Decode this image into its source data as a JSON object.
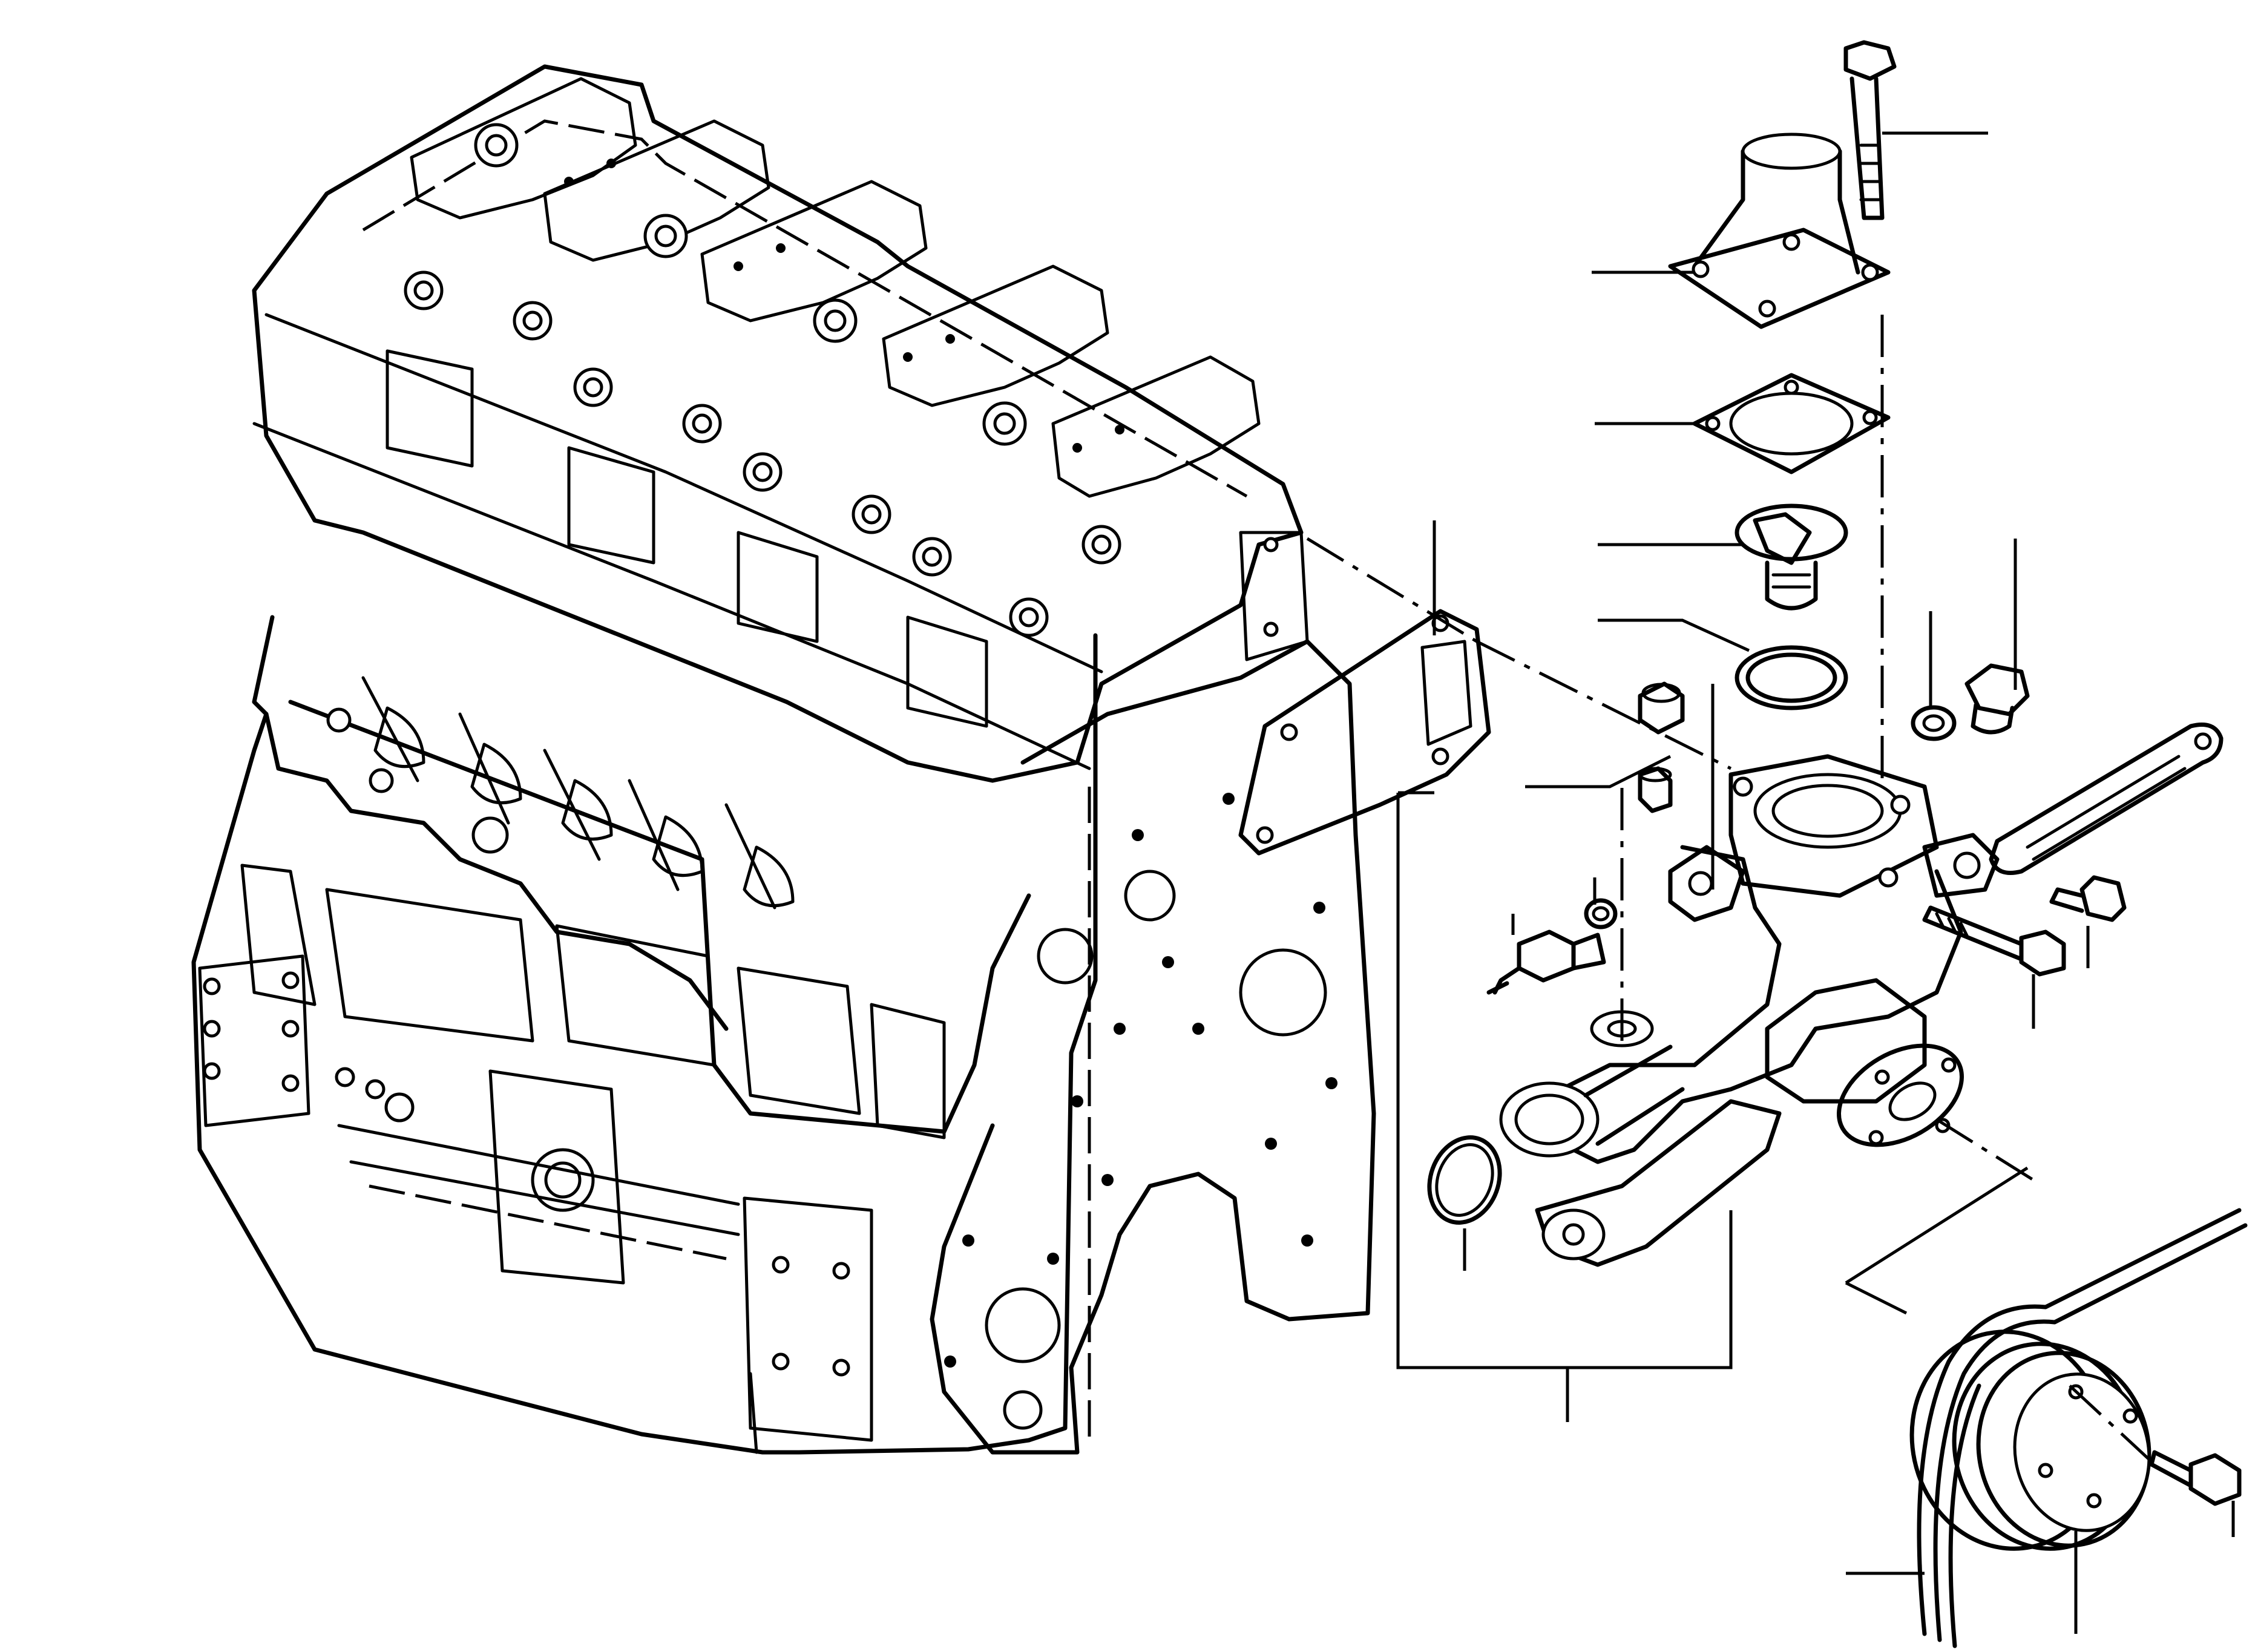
{
  "diagram": {
    "type": "exploded-parts-view",
    "parts": [
      {
        "id": "engine-block"
      },
      {
        "id": "cylinder-head"
      },
      {
        "id": "front-plate-gasket"
      },
      {
        "id": "thermostat-cover-bolt"
      },
      {
        "id": "thermostat-cover"
      },
      {
        "id": "thermostat-cover-gasket"
      },
      {
        "id": "thermostat"
      },
      {
        "id": "thermostat-seal-ring"
      },
      {
        "id": "water-pump-housing"
      },
      {
        "id": "drain-plug"
      },
      {
        "id": "drain-plug-washer"
      },
      {
        "id": "rubber-cap"
      },
      {
        "id": "small-cap"
      },
      {
        "id": "temperature-sender"
      },
      {
        "id": "sender-washer"
      },
      {
        "id": "water-pump-o-ring"
      },
      {
        "id": "water-pump-assembly"
      },
      {
        "id": "adjusting-bracket"
      },
      {
        "id": "bracket-bolt"
      },
      {
        "id": "pump-mount-bolt"
      },
      {
        "id": "fan-pulley"
      },
      {
        "id": "v-belt"
      },
      {
        "id": "pulley-bolt"
      }
    ]
  },
  "colors": {
    "line": "#000000",
    "background": "#ffffff"
  }
}
